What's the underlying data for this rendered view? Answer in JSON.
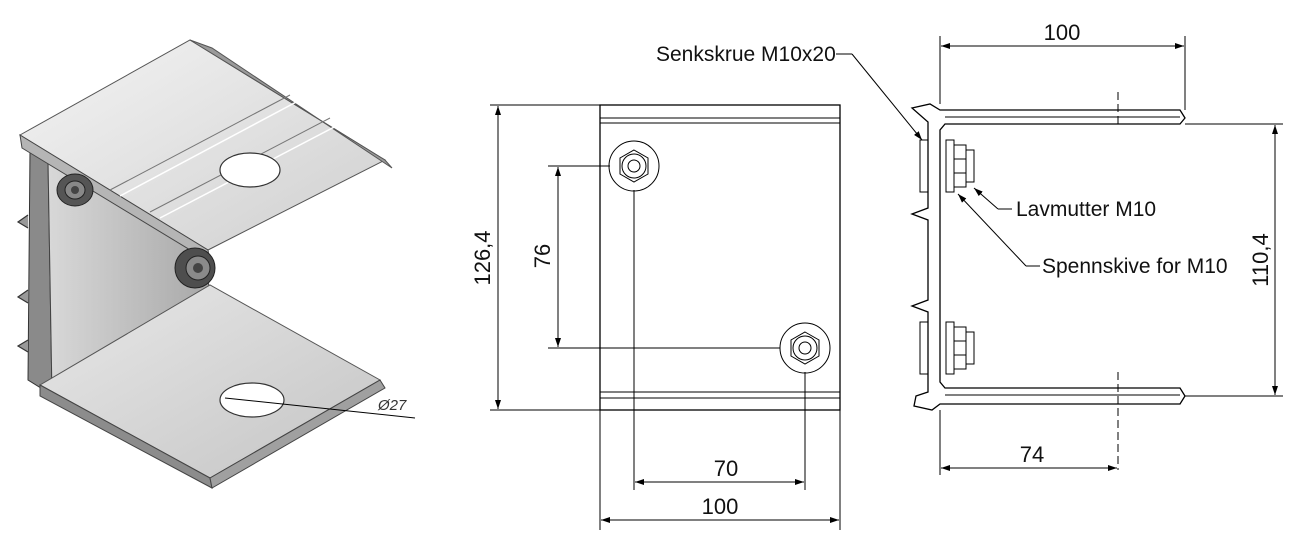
{
  "isometric": {
    "hole_diameter": "Ø27"
  },
  "front_view": {
    "height": "126,4",
    "hole_vertical": "76",
    "hole_horizontal": "70",
    "width": "100"
  },
  "side_view": {
    "top_width": "100",
    "height": "110,4",
    "bottom_offset": "74",
    "callouts": {
      "screw": "Senkskrue M10x20",
      "nut": "Lavmutter M10",
      "washer": "Spennskive for M10"
    }
  }
}
